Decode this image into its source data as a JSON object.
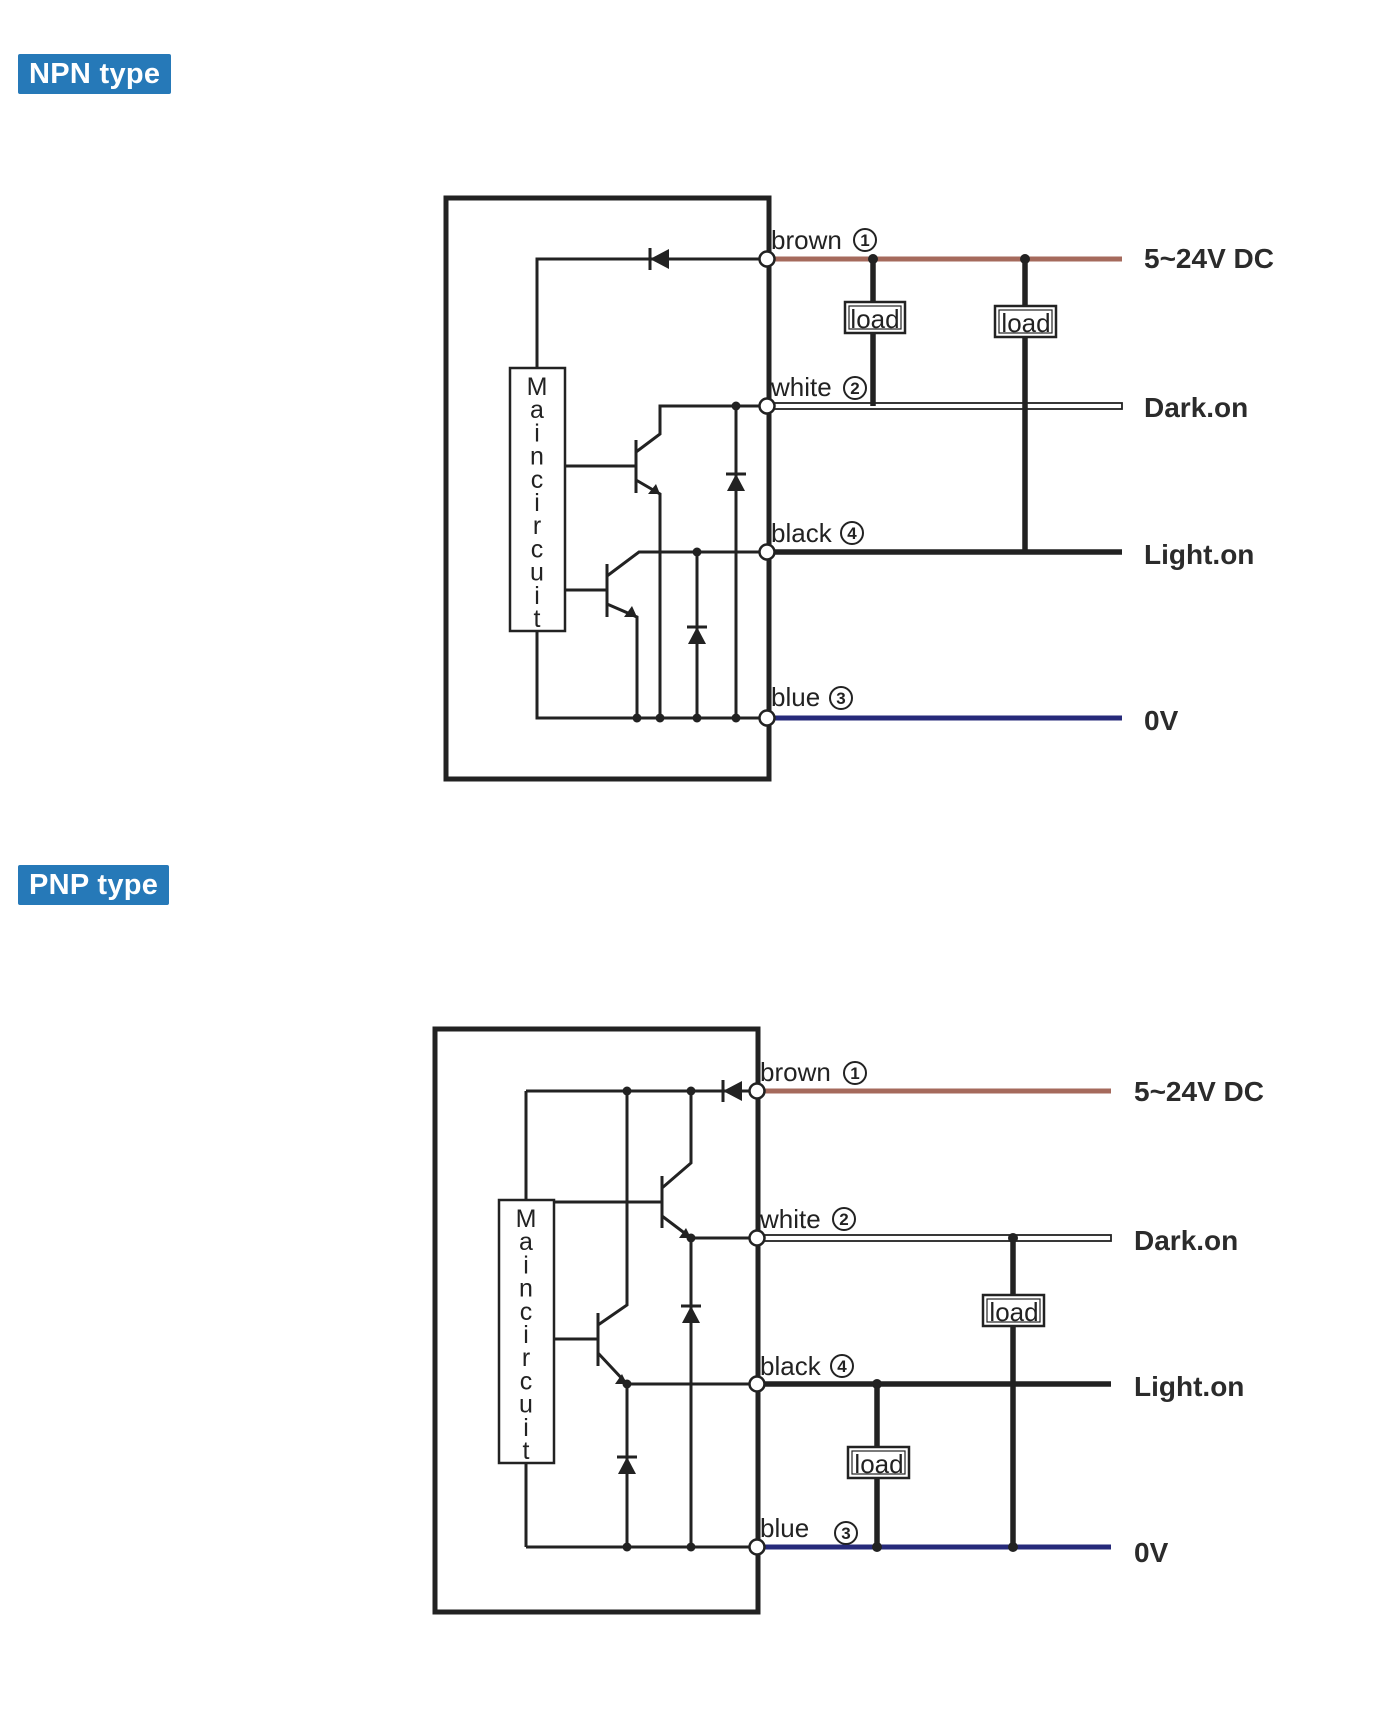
{
  "sections": {
    "npn": {
      "title": "NPN type",
      "main_circuit": "Maincircuit",
      "wires": {
        "brown": {
          "name": "brown",
          "num": "1"
        },
        "white": {
          "name": "white",
          "num": "2"
        },
        "black": {
          "name": "black",
          "num": "4"
        },
        "blue": {
          "name": "blue",
          "num": "3"
        }
      },
      "outputs": {
        "supply": "5~24V DC",
        "dark": "Dark.on",
        "light": "Light.on",
        "zero": "0V"
      },
      "loads": [
        "load",
        "load"
      ]
    },
    "pnp": {
      "title": "PNP type",
      "main_circuit": "Maincircuit",
      "wires": {
        "brown": {
          "name": "brown",
          "num": "1"
        },
        "white": {
          "name": "white",
          "num": "2"
        },
        "black": {
          "name": "black",
          "num": "4"
        },
        "blue": {
          "name": "blue",
          "num": "3"
        }
      },
      "outputs": {
        "supply": "5~24V DC",
        "dark": "Dark.on",
        "light": "Light.on",
        "zero": "0V"
      },
      "loads": [
        "load",
        "load"
      ]
    }
  },
  "colors": {
    "badge": "#2679b8",
    "brown_wire": "#a56a5c",
    "blue_wire": "#262a7a",
    "line": "#222222"
  }
}
